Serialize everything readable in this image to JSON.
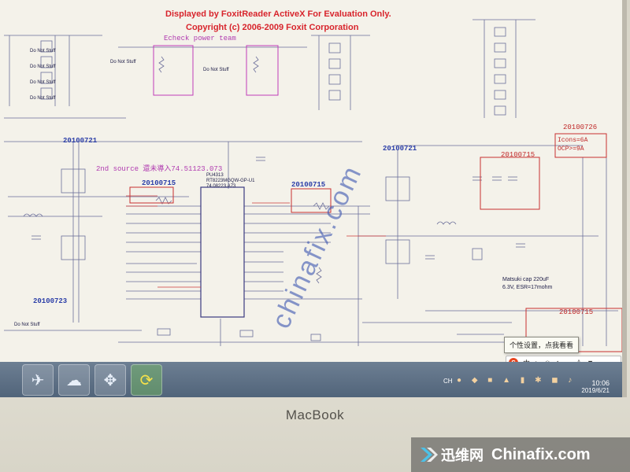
{
  "schematic": {
    "watermark_line1": "Displayed by FoxitReader ActiveX For Evaluation Only.",
    "watermark_line2": "Copyright (c) 2006-2009 Foxit Corporation",
    "check_note": "Echeck power team",
    "dates": {
      "left_top": "20100721",
      "left_bottom": "20100723",
      "center": "20100715",
      "center_left_box": "20100715",
      "right_mid": "20100721",
      "right_box": "20100715",
      "far_right": "20100726",
      "bottom_right": "20100715"
    },
    "second_source_note": "2nd source 還未導入74.51123.073",
    "ocp_note_line1": "Icons=6A",
    "ocp_note_line2": "OCP>=9A",
    "cap_note_line1": "Matsuki cap 220uF",
    "cap_note_line2": "6.3V, ESR=17mohm",
    "ic_label_1": "PU4313",
    "ic_label_2": "RT8223MGQW-GP-U1",
    "ic_label_3": "74.08223.A73",
    "dnp_label": "Do Not Stuff",
    "chinafix_diag": "chinafix.com",
    "bg_color": "#f4f2ea",
    "accent_red": "#d8242c",
    "accent_blue": "#2c3fa8",
    "accent_pink": "#b03ab0"
  },
  "tooltip": {
    "text": "个性设置，点我看看"
  },
  "ime_bar": {
    "logo": "S",
    "mode": "中"
  },
  "taskbar": {
    "tray_text": "CH",
    "time": "10:06",
    "date": "2019/6/21",
    "buttons": [
      "bird-icon",
      "chat-icon",
      "move-icon",
      "refresh-icon"
    ]
  },
  "bezel": {
    "brand": "MacBook"
  },
  "site_watermark": {
    "cn": "迅维网",
    "en": "Chinafix.com"
  }
}
